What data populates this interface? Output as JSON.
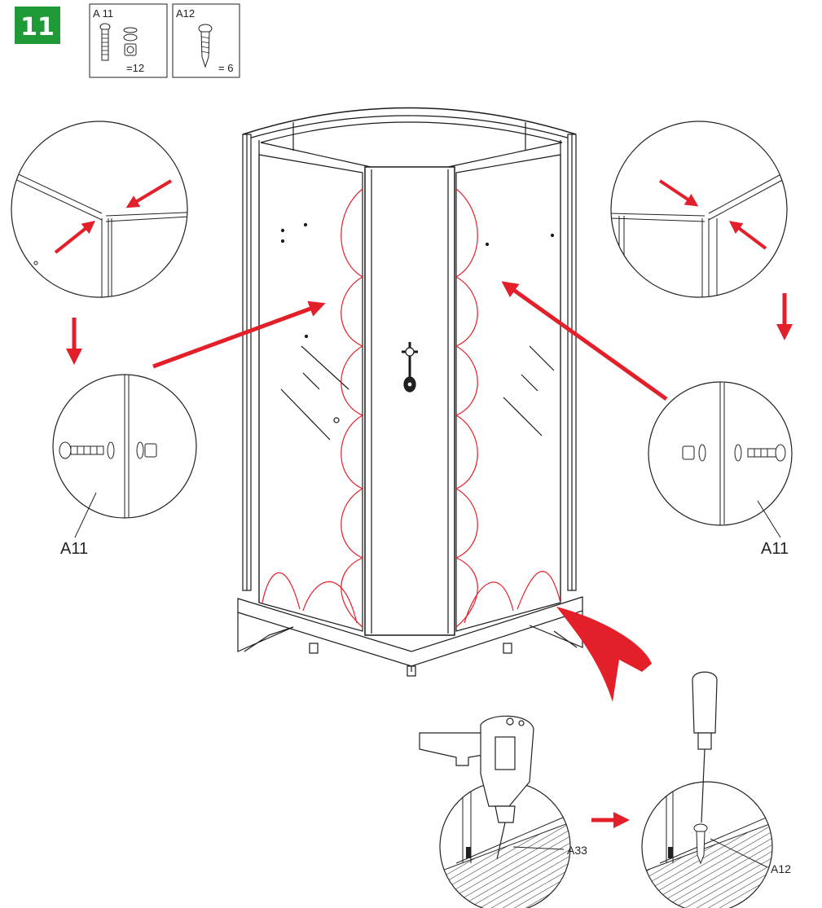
{
  "step": {
    "number": "11",
    "badge_color": "#1f9a37"
  },
  "parts_boxes": [
    {
      "code": "A 11",
      "qty": "=12"
    },
    {
      "code": "A12",
      "qty": "= 6"
    }
  ],
  "callouts": {
    "left_label": "A11",
    "right_label": "A11",
    "drill_label": "A33",
    "screw_label": "A12"
  },
  "colors": {
    "arrow": "#e3202a",
    "outline": "#1a1a1a",
    "seal_curve": "#e3202a"
  }
}
